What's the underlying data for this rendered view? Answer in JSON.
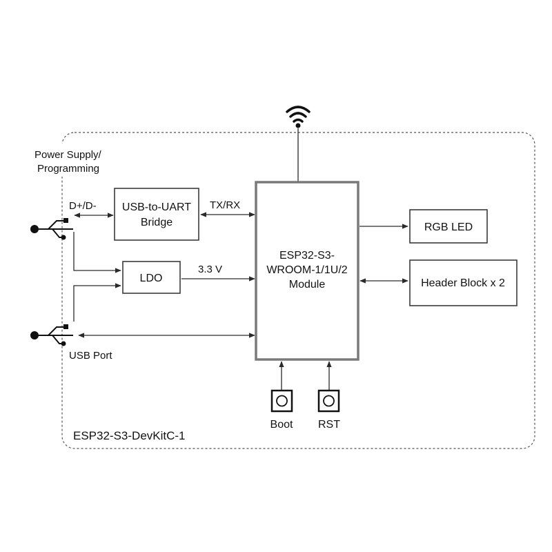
{
  "board_label": "ESP32-S3-DevKitC-1",
  "power_label": [
    "Power Supply/",
    "Programming"
  ],
  "usb_port_label": "USB Port",
  "dpdm_label": "D+/D-",
  "txrx_label": "TX/RX",
  "voltage_label": "3.3 V",
  "blocks": {
    "usb_uart": [
      "USB-to-UART",
      "Bridge"
    ],
    "ldo": "LDO",
    "module": [
      "ESP32-S3-",
      "WROOM-1/1U/2",
      "Module"
    ],
    "rgb_led": "RGB LED",
    "header_block": "Header Block x 2"
  },
  "buttons": {
    "boot": "Boot",
    "rst": "RST"
  },
  "icons": {
    "wifi": "wifi-icon",
    "usb": "usb-icon",
    "button": "push-button-icon"
  },
  "colors": {
    "line": "#2a2a2a",
    "module_border": "#7a7a7a",
    "dashed_border": "#555555"
  }
}
